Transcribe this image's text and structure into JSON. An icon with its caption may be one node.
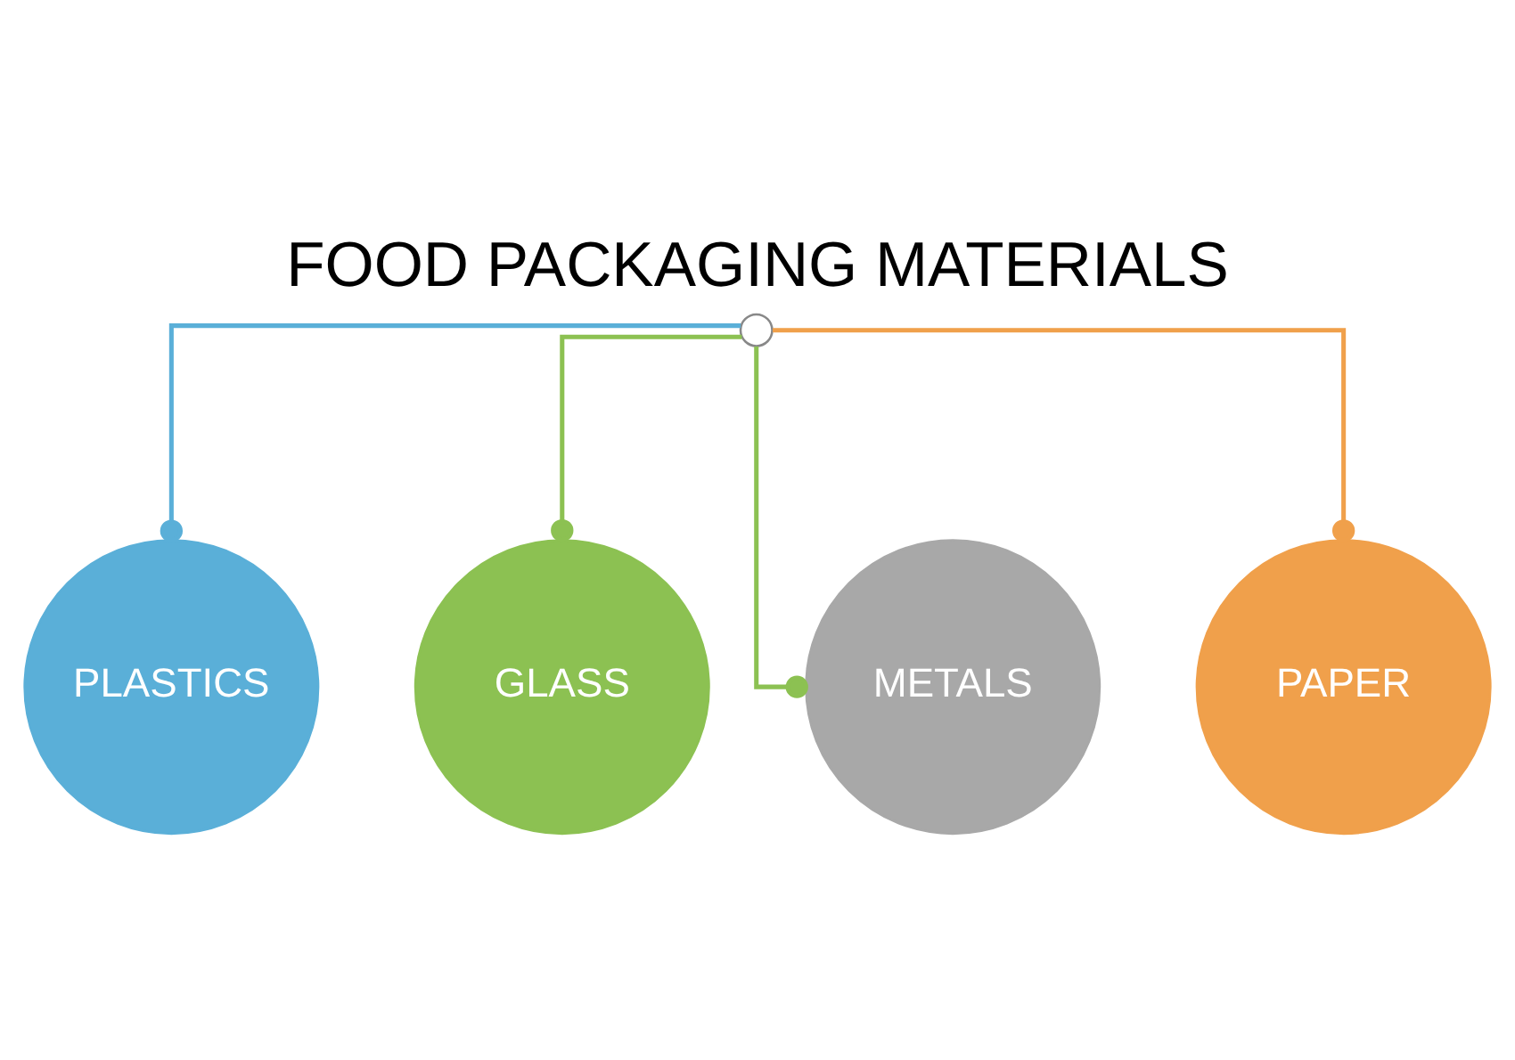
{
  "diagram": {
    "title": "FOOD PACKAGING MATERIALS",
    "nodes": [
      {
        "text": [],
        "shape": "circle"
      },
      {
        "text": [
          "PLASTICS"
        ]
      },
      {
        "text": [
          "GLASS"
        ]
      },
      {
        "text": [
          "METALS"
        ]
      },
      {
        "text": [
          "PAPER"
        ]
      }
    ],
    "edges": [
      {
        "from": 0,
        "to": 1,
        "arrow": "other",
        "color": "#5aafd8"
      },
      {
        "from": 0,
        "to": 2,
        "arrow": "other",
        "color": "#8cc152"
      },
      {
        "from": 0,
        "to": 3,
        "arrow": "other",
        "color": "#8cc152"
      },
      {
        "from": 0,
        "to": 4,
        "arrow": "other",
        "color": "#f0a04b"
      }
    ]
  }
}
